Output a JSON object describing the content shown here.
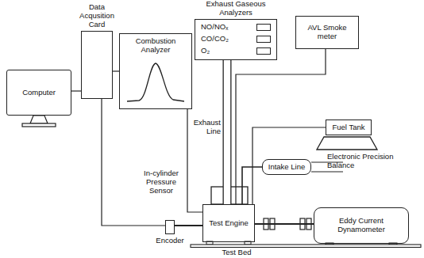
{
  "diagram": {
    "nodes": [
      {
        "text": [
          "Exhaust Gaseous Analyzers",
          "NO/NOₓ",
          "CO/CO₂",
          "O₂"
        ]
      },
      {
        "text": [
          "AVL Smoke meter"
        ]
      },
      {
        "text": [
          "Data Acqusition Card"
        ]
      },
      {
        "text": [
          "Combustion Analyzer"
        ]
      },
      {
        "text": [
          "Computer"
        ]
      },
      {
        "text": [
          "Fuel Tank"
        ]
      },
      {
        "text": [
          "Intake Line"
        ]
      },
      {
        "text": [
          "Electronic Precision Balance"
        ]
      },
      {
        "text": [
          "Test Engine"
        ]
      },
      {
        "text": [
          "Encoder"
        ]
      },
      {
        "text": [
          "Eddy Current Dynamometer"
        ]
      }
    ],
    "edges": [
      {
        "from": 4,
        "to": 2,
        "arrow": "none"
      },
      {
        "from": 2,
        "to": 3,
        "arrow": "none"
      },
      {
        "from": 3,
        "to": 8,
        "arrow": "none"
      },
      {
        "from": 5,
        "to": 8,
        "arrow": "none"
      },
      {
        "from": 6,
        "to": 8,
        "arrow": "none"
      },
      {
        "from": 8,
        "to": 0,
        "arrow": "none"
      },
      {
        "from": 8,
        "to": 1,
        "arrow": "none"
      },
      {
        "from": 8,
        "to": 10,
        "arrow": "none"
      },
      {
        "from": 9,
        "to": 2,
        "arrow": "none"
      }
    ],
    "labels": [
      "Exhaust Line",
      "In-cylinder Pressure Sensor",
      "Test Bed"
    ]
  }
}
